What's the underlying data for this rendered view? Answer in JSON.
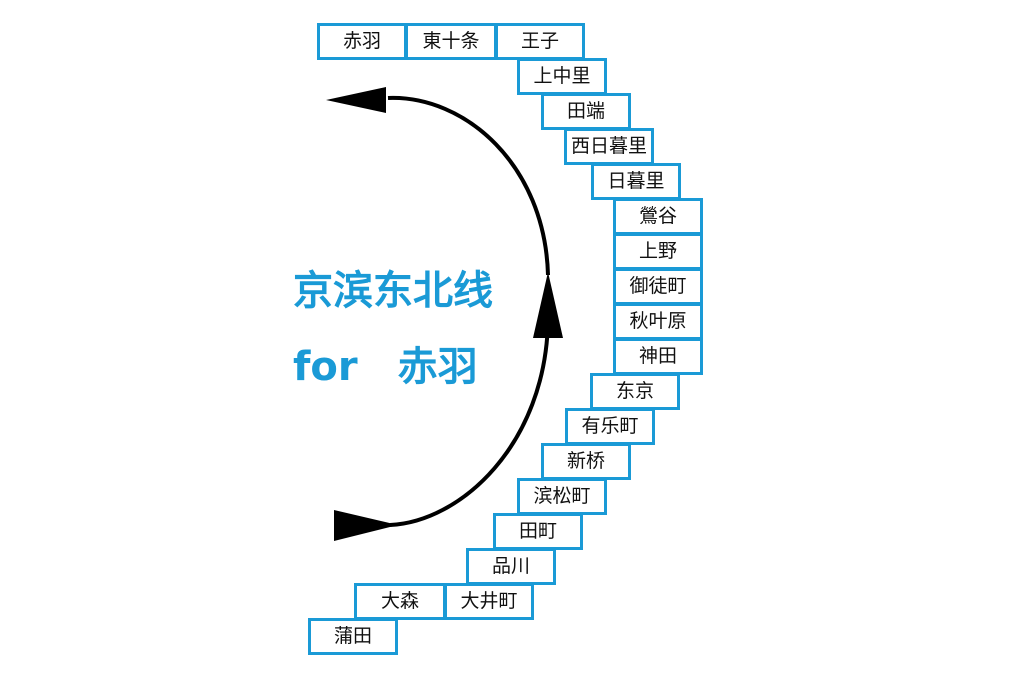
{
  "title": {
    "line_name": "京滨东北线",
    "direction": "for　赤羽"
  },
  "colors": {
    "accent": "#1a9ad6",
    "arrow": "#000000"
  },
  "stations": [
    "赤羽",
    "東十条",
    "王子",
    "上中里",
    "田端",
    "西日暮里",
    "日暮里",
    "鶯谷",
    "上野",
    "御徒町",
    "秋叶原",
    "神田",
    "东京",
    "有乐町",
    "新桥",
    "滨松町",
    "田町",
    "品川",
    "大井町",
    "大森",
    "蒲田"
  ]
}
